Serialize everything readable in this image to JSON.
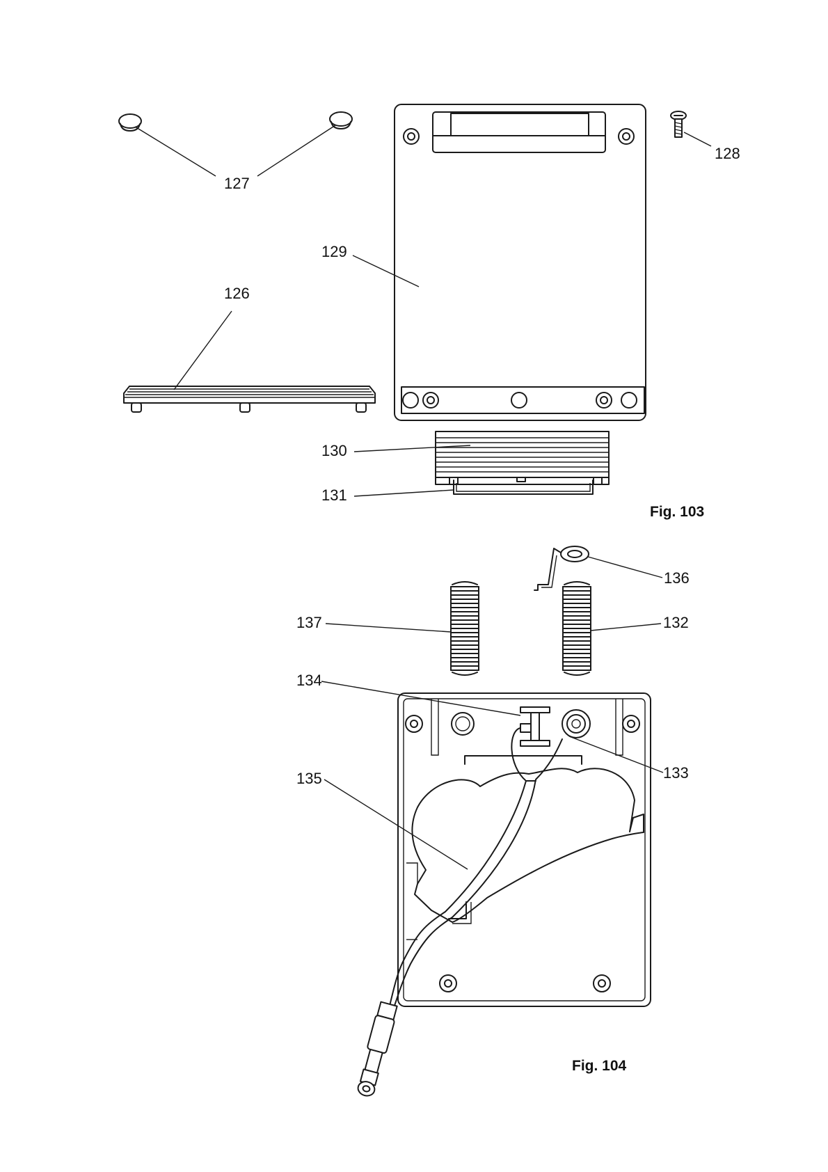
{
  "figures": [
    {
      "caption": "Fig. 103",
      "labels": [
        "127",
        "128",
        "129",
        "126",
        "130",
        "131"
      ]
    },
    {
      "caption": "Fig. 104",
      "labels": [
        "136",
        "137",
        "132",
        "134",
        "133",
        "135"
      ]
    }
  ],
  "callouts": {
    "c126": "126",
    "c127": "127",
    "c128": "128",
    "c129": "129",
    "c130": "130",
    "c131": "131",
    "c132": "132",
    "c133": "133",
    "c134": "134",
    "c135": "135",
    "c136": "136",
    "c137": "137"
  },
  "captions": {
    "fig103": "Fig. 103",
    "fig104": "Fig. 104"
  }
}
